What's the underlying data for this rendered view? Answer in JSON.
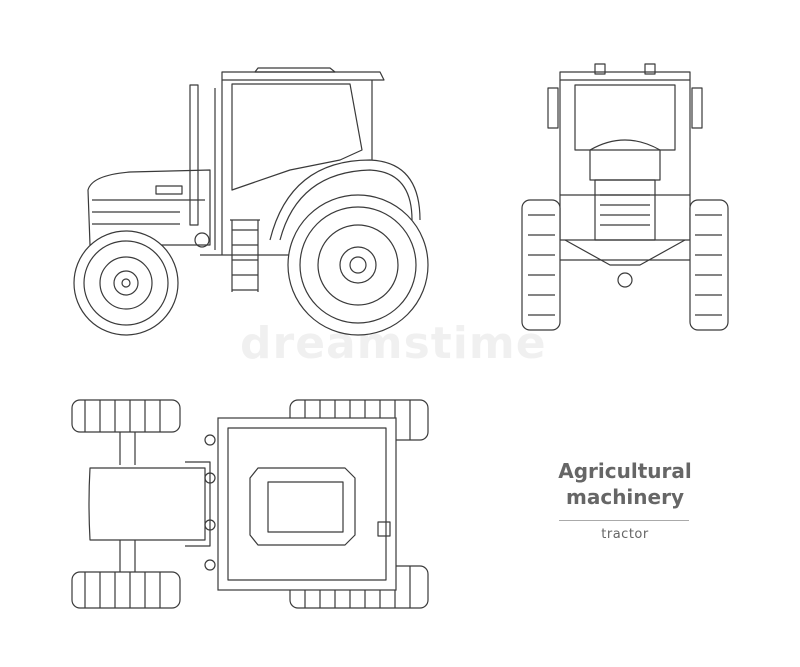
{
  "title_line1": "Agricultural",
  "title_line2": "machinery",
  "subtitle": "tractor",
  "watermark": "dreamstime",
  "views": [
    "side-view",
    "front-view",
    "top-view"
  ],
  "colors": {
    "line": "#3a3a3a",
    "text": "#666666",
    "background": "#ffffff"
  }
}
